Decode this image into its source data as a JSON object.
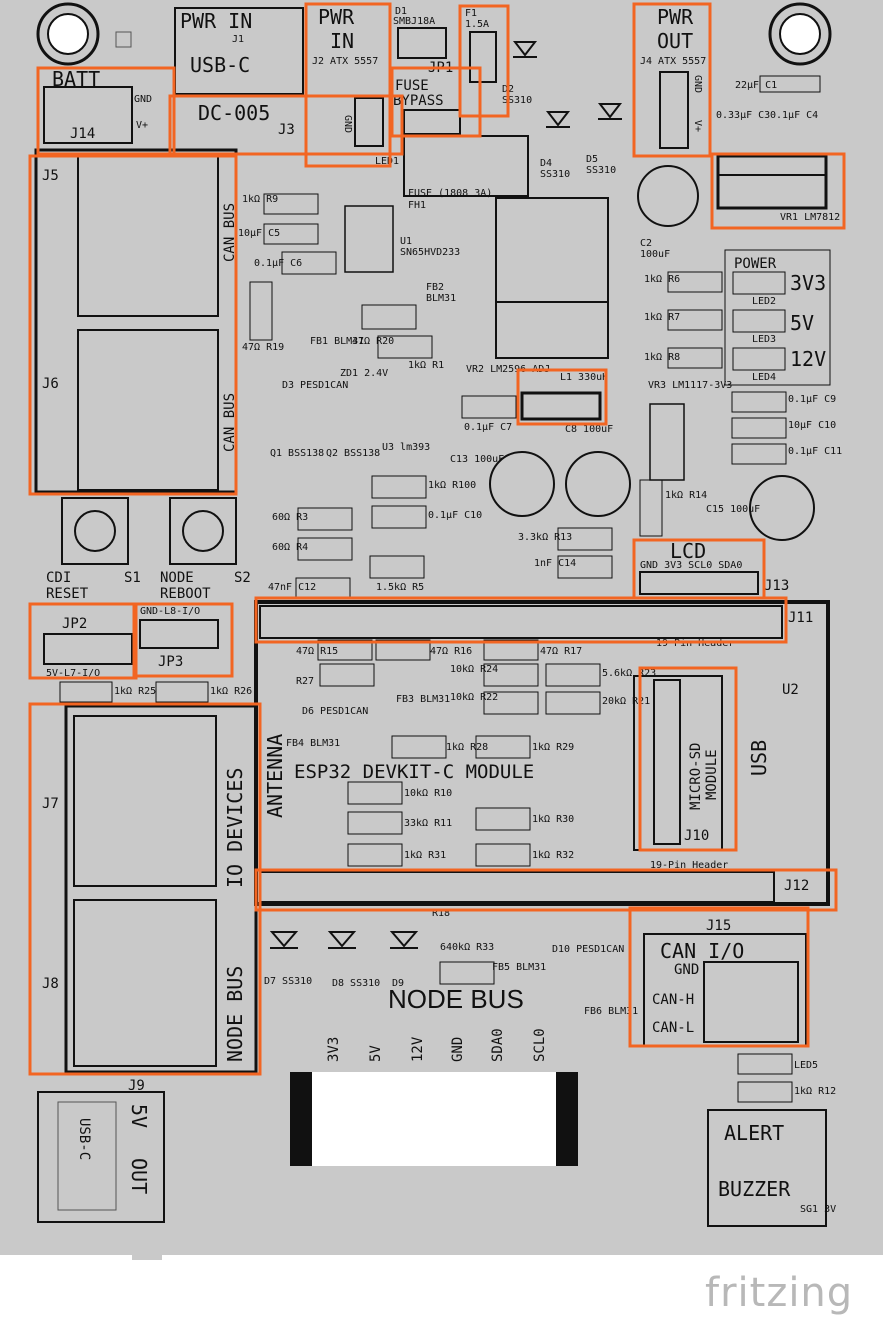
{
  "brand": "fritzing",
  "highlight_color": "#f26522",
  "board_color": "#c9c9c9",
  "labels": {
    "pwr_in_j1": "PWR IN",
    "j1": "J1",
    "usb_c_top": "USB-C",
    "pwr_in_j2_1": "PWR",
    "pwr_in_j2_2": "IN",
    "j2_atx": "J2  ATX 5557",
    "d1": "D1",
    "smbj18a": "SMBJ18A",
    "jp1": "JP1",
    "fuse_bypass_1": "FUSE",
    "fuse_bypass_2": "BYPASS",
    "f1": "F1",
    "f1_val": "1.5A",
    "d2": "D2",
    "d2_val": "SS310",
    "pwr_out_1": "PWR",
    "pwr_out_2": "OUT",
    "j4_atx": "J4  ATX 5557",
    "gnd": "GND",
    "vplus": "V+",
    "batt": "BATT",
    "j14": "J14",
    "dc005": "DC-005",
    "j3": "J3",
    "led1": "LED1",
    "fuse1808": "FUSE (1808 3A)",
    "fh1": "FH1",
    "d4": "D4",
    "d4_val": "SS310",
    "d5": "D5",
    "d5_val": "SS310",
    "c1": "22µF C1",
    "c3": "0.33µF C3",
    "c4": "0.1µF C4",
    "vr1": "VR1 LM7812",
    "c2": "C2",
    "c2_val": "100uF",
    "j5": "J5",
    "j6": "J6",
    "can_bus": "CAN BUS",
    "r9": "1kΩ R9",
    "c5": "10µF C5",
    "c6": "0.1µF C6",
    "u1": "U1",
    "u1_val": "SN65HVD233",
    "fb2": "FB2",
    "fb2_val": "BLM31",
    "power": "POWER",
    "v3v3": "3V3",
    "v5": "5V",
    "v12": "12V",
    "r6": "1kΩ R6",
    "r7": "1kΩ R7",
    "r8": "1kΩ R8",
    "led2": "LED2",
    "led3": "LED3",
    "led4": "LED4",
    "r19": "47Ω R19",
    "fb1": "FB1 BLM31",
    "r20": "47Ω R20",
    "zd1": "ZD1 2.4V",
    "r1": "1kΩ R1",
    "d3": "D3 PESD1CAN",
    "vr2": "VR2 LM2596-ADJ",
    "l1": "L1 330uH",
    "vr3": "VR3 LM1117-3V3",
    "c9": "0.1µF C9",
    "c10b": "10µF C10",
    "c11": "0.1µF C11",
    "c7": "0.1µF C7",
    "c8": "C8 100uF",
    "q1": "Q1 BSS138",
    "q2": "Q2 BSS138",
    "u3": "U3 lm393",
    "c13": "C13 100uF",
    "r100": "1kΩ R100",
    "c10": "0.1µF C10",
    "r14": "1kΩ R14",
    "c15": "C15 100uF",
    "r3": "60Ω R3",
    "r4": "60Ω R4",
    "r13": "3.3kΩ R13",
    "c14": "1nF C14",
    "lcd": "LCD",
    "lcd_pins": "GND 3V3 SCL0 SDA0",
    "j13": "J13",
    "cdi_1": "CDI",
    "cdi_2": "RESET",
    "s1": "S1",
    "node_1": "NODE",
    "node_2": "REBOOT",
    "s2": "S2",
    "c12": "47nF C12",
    "r5": "1.5kΩ R5",
    "jp2": "JP2",
    "jp2_pins": "5V-L7-I/O",
    "jp3": "JP3",
    "jp3_pins": "GND-L8-I/O",
    "j11": "J11",
    "header19a": "19-Pin Header",
    "r15": "47Ω R15",
    "r16": "47Ω R16",
    "r17": "47Ω R17",
    "r25": "1kΩ R25",
    "r26": "1kΩ R26",
    "r27": "R27",
    "r24": "10kΩ R24",
    "r22": "10kΩ R22",
    "r23": "5.6kΩ R23",
    "r21": "20kΩ R21",
    "u2": "U2",
    "usb": "USB",
    "antenna": "ANTENNA",
    "d6": "D6 PESD1CAN",
    "fb3": "FB3 BLM31",
    "fb4": "FB4 BLM31",
    "r28": "1kΩ R28",
    "r29": "1kΩ R29",
    "esp32": "ESP32 DEVKIT-C MODULE",
    "microsd_1": "MICRO-SD",
    "microsd_2": "MODULE",
    "j10": "J10",
    "r10": "10kΩ R10",
    "r11": "33kΩ R11",
    "r30": "1kΩ R30",
    "r31": "1kΩ R31",
    "r32": "1kΩ R32",
    "header19b": "19-Pin Header",
    "j12": "J12",
    "j7": "J7",
    "io_devices": "IO DEVICES",
    "j8": "J8",
    "node_bus_v": "NODE BUS",
    "r18": "R18",
    "r33": "640kΩ R33",
    "fb5": "FB5 BLM31",
    "d10": "D10 PESD1CAN",
    "fb6": "FB6 BLM31",
    "d7": "D7 SS310",
    "d8": "D8 SS310",
    "d9": "D9",
    "node_bus_title": "NODE BUS",
    "pin_3v3": "3V3",
    "pin_5v": "5V",
    "pin_12v": "12V",
    "pin_gnd": "GND",
    "pin_sda0": "SDA0",
    "pin_scl0": "SCL0",
    "j15": "J15",
    "can_io": "CAN I/O",
    "can_gnd": "GND",
    "can_h": "CAN-H",
    "can_l": "CAN-L",
    "led5": "LED5",
    "r12": "1kΩ R12",
    "j9": "J9",
    "usb_c_bottom": "USB-C",
    "out_5v_1": "5V",
    "out_5v_2": "OUT",
    "alert": "ALERT",
    "buzzer": "BUZZER",
    "sg1": "SG1 3V"
  }
}
